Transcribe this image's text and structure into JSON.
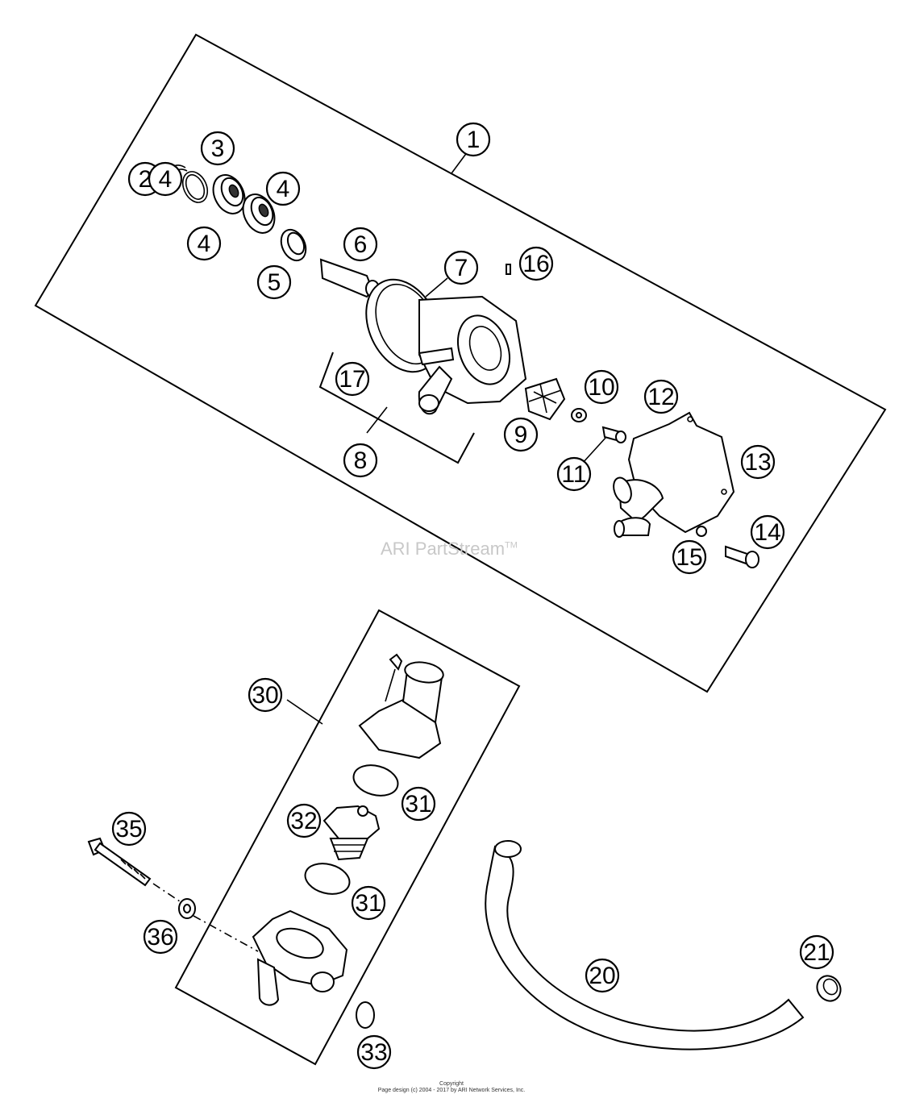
{
  "watermark": {
    "brand": "ARI PartStream",
    "mark": "TM"
  },
  "copyright": {
    "line1": "Copyright",
    "line2": "Page design (c) 2004 - 2017 by ARI Network Services, Inc."
  },
  "callouts": [
    "1",
    "2",
    "3",
    "4",
    "4",
    "4",
    "5",
    "6",
    "7",
    "8",
    "9",
    "10",
    "11",
    "12",
    "13",
    "14",
    "15",
    "16",
    "17",
    "20",
    "21",
    "30",
    "31",
    "31",
    "32",
    "33",
    "35",
    "36"
  ]
}
